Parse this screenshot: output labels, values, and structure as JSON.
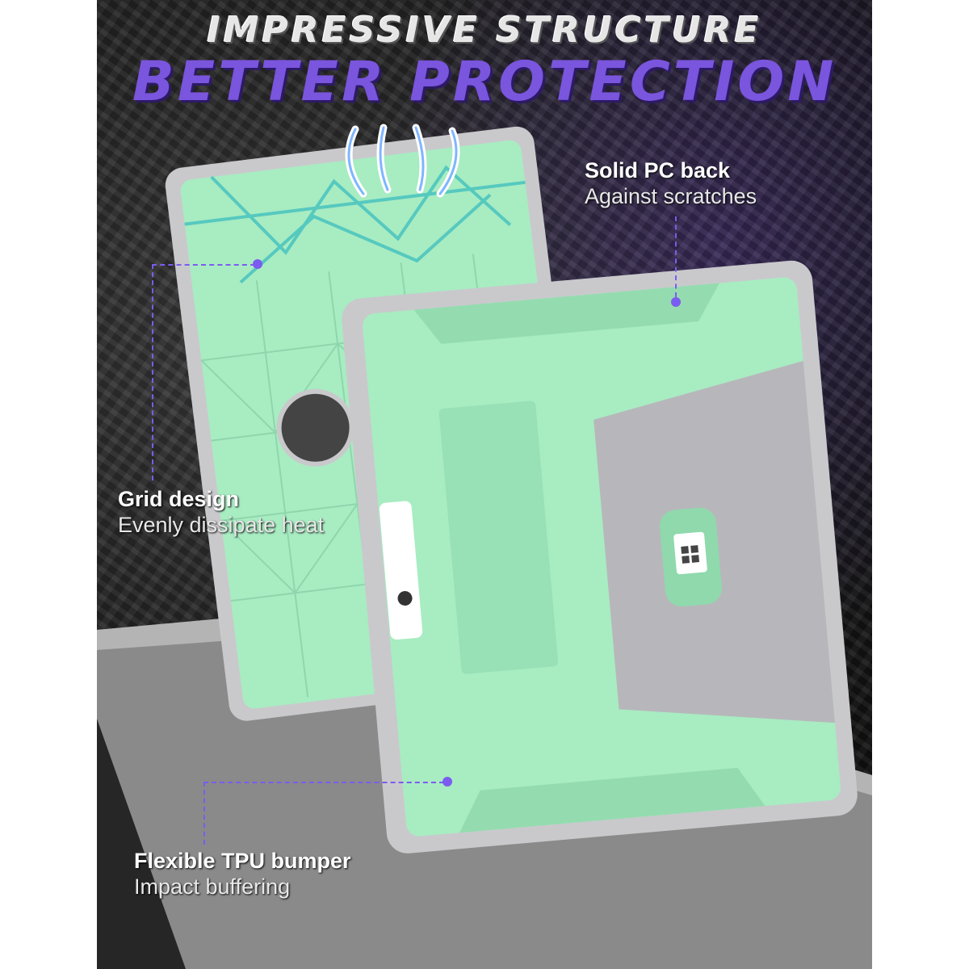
{
  "headline": {
    "line1": "IMPRESSIVE STRUCTURE",
    "line2": "BETTER PROTECTION"
  },
  "callouts": {
    "solid_pc_back": {
      "title": "Solid PC back",
      "subtitle": "Against scratches"
    },
    "grid_design": {
      "title": "Grid design",
      "subtitle": "Evenly dissipate heat"
    },
    "tpu_bumper": {
      "title": "Flexible TPU bumper",
      "subtitle": "Impact buffering"
    }
  },
  "colors": {
    "accent_purple": "#7b5cf0",
    "case_mint": "#a8ecc2",
    "bumper_gray": "#c9c9cc",
    "grid_teal": "#56c9bf"
  },
  "icons": {
    "airflow": "airflow-arrows-icon",
    "windows_logo": "windows-logo-icon"
  }
}
